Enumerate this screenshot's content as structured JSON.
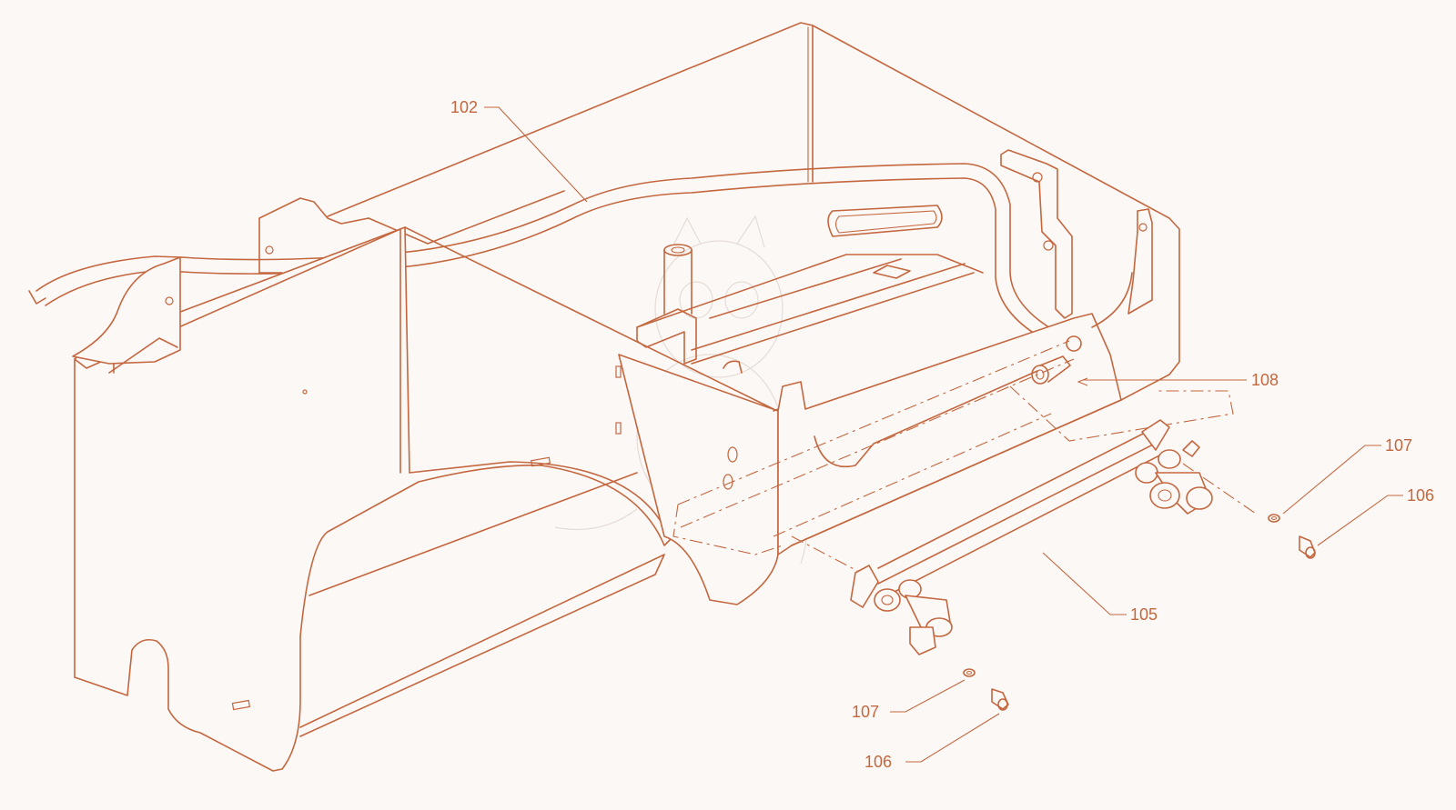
{
  "diagram": {
    "line_color": "#c4673f",
    "background": "#fbf8f6",
    "callouts": [
      {
        "id": "102",
        "label": "102"
      },
      {
        "id": "108",
        "label": "108"
      },
      {
        "id": "107a",
        "label": "107"
      },
      {
        "id": "106a",
        "label": "106"
      },
      {
        "id": "105",
        "label": "105"
      },
      {
        "id": "107b",
        "label": "107"
      },
      {
        "id": "106b",
        "label": "106"
      }
    ]
  }
}
